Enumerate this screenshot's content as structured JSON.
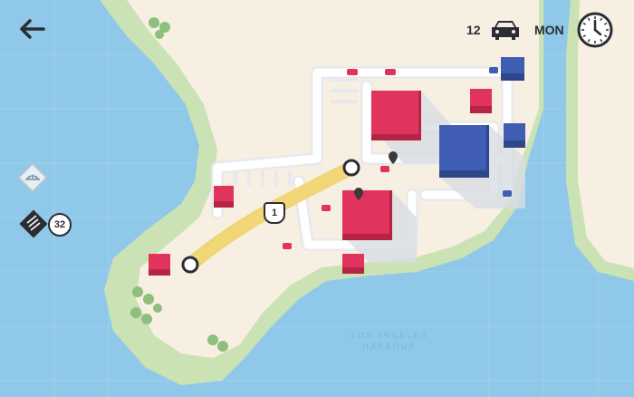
{
  "hud": {
    "car_count": "12",
    "car_icon": "car-icon",
    "day": "MON",
    "clock_icon": "clock-icon",
    "back_icon": "back-arrow-icon"
  },
  "tools": {
    "bridge_icon": "bridge-icon",
    "road_tiles_icon": "road-tiles-icon",
    "road_tiles_count": "32"
  },
  "map": {
    "region_label_line1": "LOS ANGELES",
    "region_label_line2": "HARBOUR",
    "highway_marker": "1",
    "colors": {
      "water": "#8fc8e8",
      "sand": "#f7efe1",
      "grass": "#cbe2b5",
      "road": "#ffffff",
      "red": "#e0345c",
      "blue": "#3f5db3",
      "yellow_path": "#f1d36a"
    }
  }
}
